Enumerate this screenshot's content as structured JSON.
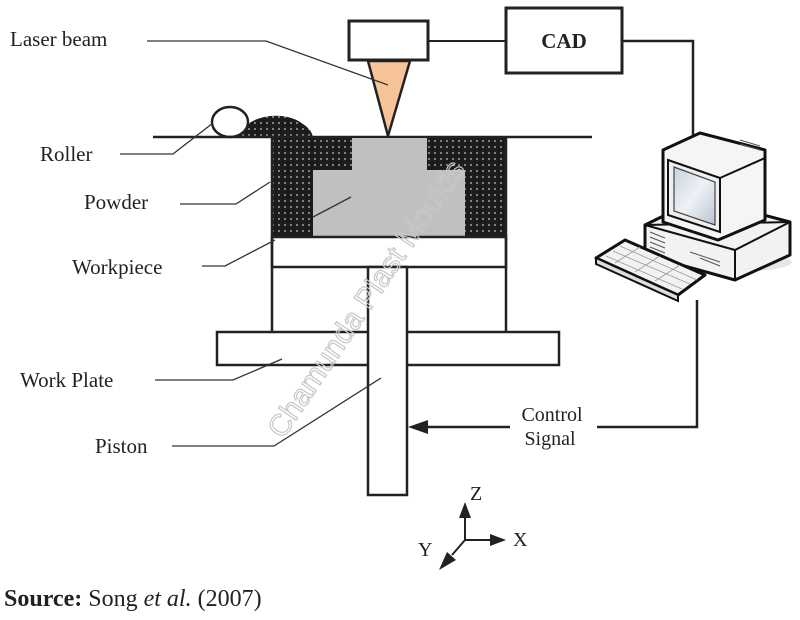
{
  "figure": {
    "labels": {
      "laser_beam": "Laser beam",
      "roller": "Roller",
      "powder": "Powder",
      "workpiece": "Workpiece",
      "work_plate": "Work Plate",
      "piston": "Piston",
      "cad": "CAD",
      "control_line1": "Control",
      "control_line2": "Signal"
    },
    "axes": {
      "z": "Z",
      "x": "X",
      "y": "Y"
    },
    "watermark": "Chamunda Plast Moulds",
    "colors": {
      "laser_cone": "#f7c49a",
      "workpiece": "#c0c0c0",
      "powder": "#1c1c1c",
      "line": "#222222"
    }
  },
  "caption": {
    "source_label": "Source:",
    "author": "Song",
    "etal": "et al.",
    "year": "(2007)"
  }
}
